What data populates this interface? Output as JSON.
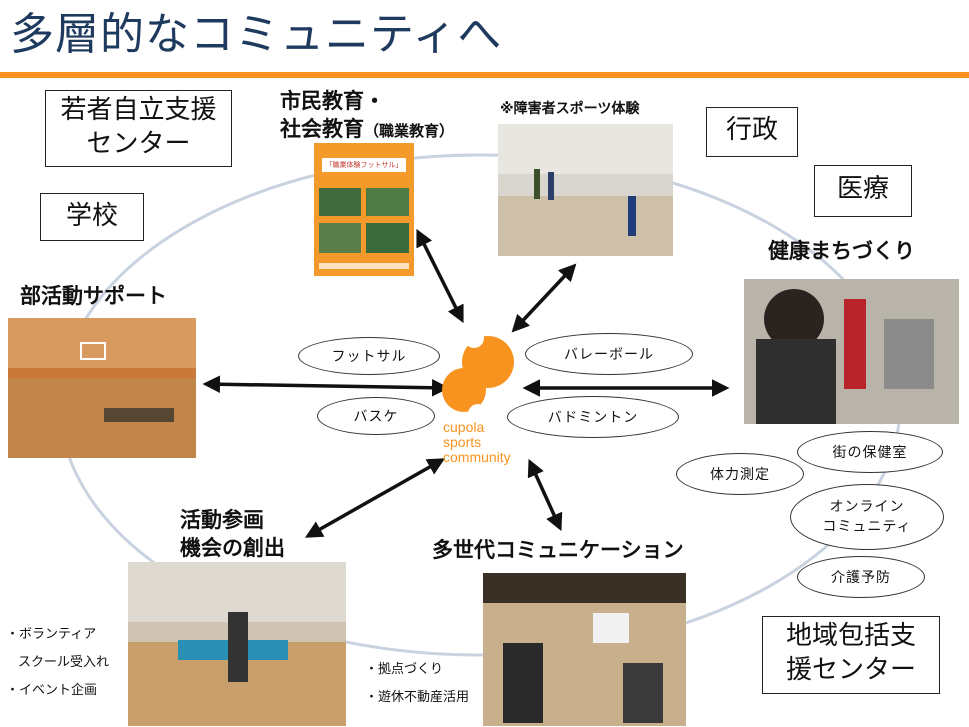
{
  "title": "多層的なコミュニティへ",
  "boxes": {
    "wakamono": "若者自立支援センター",
    "gakko": "学校",
    "gyosei": "行政",
    "iryo": "医療",
    "chiiki": "地域包括支援センター"
  },
  "labels": {
    "shimin_line1": "市民教育・",
    "shimin_line2": "社会教育",
    "shimin_small": "（職業教育）",
    "shogai": "※障害者スポーツ体験",
    "kenko": "健康まちづくり",
    "bukatsu": "部活動サポート",
    "katsudo_line1": "活動参画",
    "katsudo_line2": "機会の創出",
    "tasedai": "多世代コミュニケーション"
  },
  "pills": {
    "futsal": "フットサル",
    "volley": "バレーボール",
    "basket": "バスケ",
    "badminton": "バドミントン",
    "machi": "街の保健室",
    "tairyoku": "体力測定",
    "online_line1": "オンライン",
    "online_line2": "コミュニティ",
    "kaigo": "介護予防"
  },
  "notes": {
    "left_1a": "・ボランティア",
    "left_1b": "スクール受入れ",
    "left_2": "・イベント企画",
    "mid_1": "・拠点づくり",
    "mid_2": "・遊休不動産活用"
  },
  "logo": {
    "line1": "cupola",
    "line2": "sports",
    "line3": "community"
  },
  "flyer": {
    "heading": "「職業体験フットサル」"
  },
  "colors": {
    "accent": "#f7931e",
    "title": "#1f3a5f",
    "ring": "#c9d3e0"
  }
}
